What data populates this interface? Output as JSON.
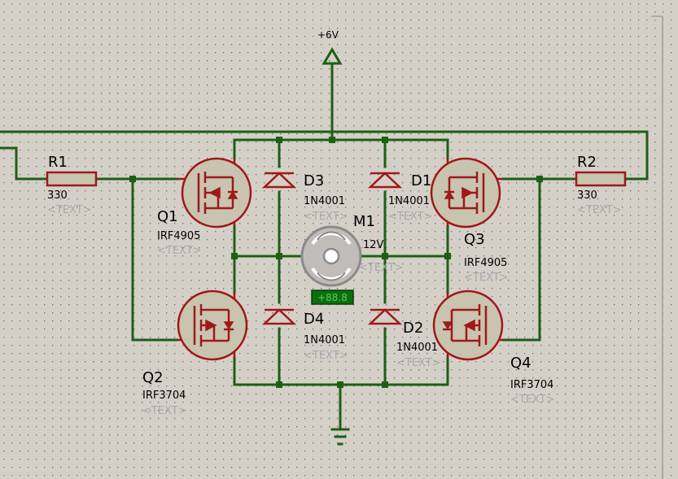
{
  "supply": {
    "label": "+6V"
  },
  "resistors": [
    {
      "ref": "R1",
      "value": "330",
      "text": "<TEXT>"
    },
    {
      "ref": "R2",
      "value": "330",
      "text": "<TEXT>"
    }
  ],
  "transistors": [
    {
      "ref": "Q1",
      "part": "IRF4905",
      "text": "<TEXT>"
    },
    {
      "ref": "Q2",
      "part": "IRF3704",
      "text": "<TEXT>"
    },
    {
      "ref": "Q3",
      "part": "IRF4905",
      "text": "<TEXT>"
    },
    {
      "ref": "Q4",
      "part": "IRF3704",
      "text": "<TEXT>"
    }
  ],
  "diodes": [
    {
      "ref": "D1",
      "part": "1N4001",
      "text": "<TEXT>"
    },
    {
      "ref": "D2",
      "part": "1N4001",
      "text": "<TEXT>"
    },
    {
      "ref": "D3",
      "part": "1N4001",
      "text": "<TEXT>"
    },
    {
      "ref": "D4",
      "part": "1N4001",
      "text": "<TEXT>"
    }
  ],
  "motor": {
    "ref": "M1",
    "rating": "12V",
    "text": "<TEXT>",
    "readout": "+88.8"
  },
  "colors": {
    "wire": "#1e5f14",
    "component": "#a01818",
    "fill": "#c8c4b0",
    "background": "#d4d0c8"
  }
}
